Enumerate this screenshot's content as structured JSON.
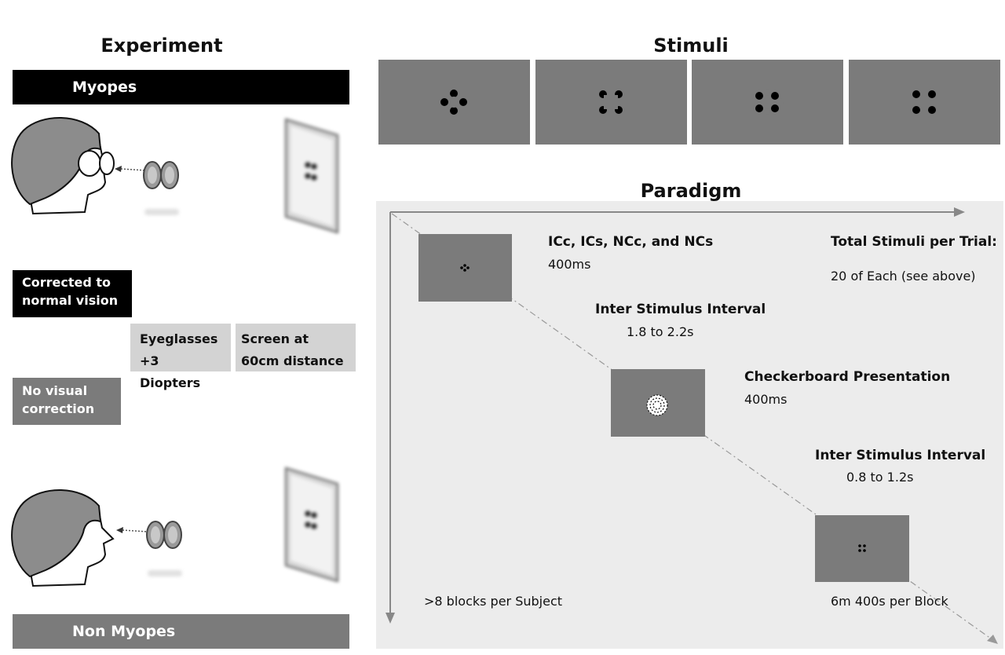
{
  "experiment": {
    "title": "Experiment",
    "group_top": "Myopes",
    "group_bottom": "Non Myopes",
    "corrected": [
      "Corrected to",
      "normal vision"
    ],
    "no_correction": [
      "No visual",
      "correction"
    ],
    "eyeglasses": [
      "Eyeglasses",
      "+3 Diopters"
    ],
    "screen": [
      "Screen at",
      "60cm distance"
    ]
  },
  "stimuli": {
    "title": "Stimuli"
  },
  "paradigm": {
    "title": "Paradigm",
    "step1_title": "ICc, ICs, NCc, and NCs",
    "step1_time": "400ms",
    "total_title": "Total Stimuli per Trial:",
    "total_value": "20 of Each (see above)",
    "isi1_title": "Inter Stimulus Interval",
    "isi1_time": "1.8 to 2.2s",
    "checker_title": "Checkerboard Presentation",
    "checker_time": "400ms",
    "isi2_title": "Inter Stimulus Interval",
    "isi2_time": "0.8 to 1.2s",
    "blocks": ">8 blocks per Subject",
    "per_block": "6m 400s per Block"
  },
  "colors": {
    "dark_bar": "#000000",
    "grey_bar": "#7b7b7b",
    "light_box": "#d3d3d3",
    "stim_bg": "#7b7b7b",
    "panel_bg": "#ececec"
  }
}
